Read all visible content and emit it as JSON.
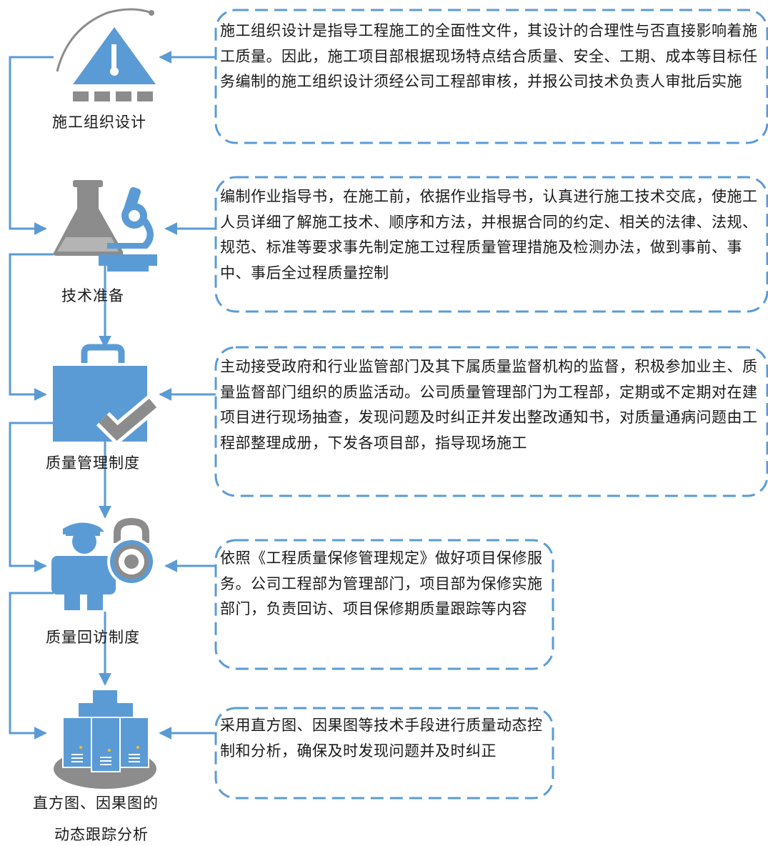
{
  "steps": [
    {
      "label": "施工组织设计",
      "icon": "warning-sign-icon",
      "description": "施工组织设计是指导工程施工的全面性文件，其设计的合理性与否直接影响着施工质量。因此，施工项目部根据现场特点结合质量、安全、工期、成本等目标任务编制的施工组织设计须经公司工程部审核，并报公司技术负责人审批后实施"
    },
    {
      "label": "技术准备",
      "icon": "flask-microscope-icon",
      "description": "编制作业指导书，在施工前，依据作业指导书，认真进行施工技术交底，使施工人员详细了解施工技术、顺序和方法，并根据合同的约定、相关的法律、法规、规范、标准等要求事先制定施工过程质量管理措施及检测办法，做到事前、事中、事后全过程质量控制"
    },
    {
      "label": "质量管理制度",
      "icon": "shopping-bag-check-icon",
      "description": "主动接受政府和行业监管部门及其下属质量监督机构的监督，积极参加业主、质量监督部门组织的质监活动。公司质量管理部门为工程部，定期或不定期对在建项目进行现场抽查，发现问题及时纠正并发出整改通知书，对质量通病问题由工程部整理成册，下发各项目部，指导现场施工"
    },
    {
      "label": "质量回访制度",
      "icon": "security-guard-lock-icon",
      "description": "依照《工程质量保修管理规定》做好项目保修服务。公司工程部为管理部门，项目部为保修实施部门，负责回访、项目保修期质量跟踪等内容"
    },
    {
      "label_line1": "直方图、因果图的",
      "label_line2": "动态跟踪分析",
      "icon": "server-cluster-icon",
      "description": "采用直方图、因果图等技术手段进行质量动态控制和分析，确保及时发现问题并及时纠正"
    }
  ],
  "colors": {
    "accent": "#5b9bd5",
    "icon_blue": "#5b9bd5",
    "icon_gray": "#8c8c8c",
    "text": "#1a1a1a"
  }
}
